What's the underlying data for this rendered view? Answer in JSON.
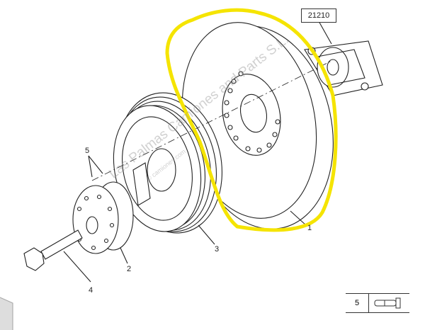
{
  "reference_box": "21210",
  "callouts": {
    "p1": "1",
    "p2": "2",
    "p3": "3",
    "p4": "4",
    "p5": "5"
  },
  "legend": {
    "number": "5",
    "icon": "bolt-icon"
  },
  "watermark": "Las Palmas Camiones and Parts S.L.",
  "watermark_small": "© camiones.com",
  "highlight_color": "#f5e400"
}
